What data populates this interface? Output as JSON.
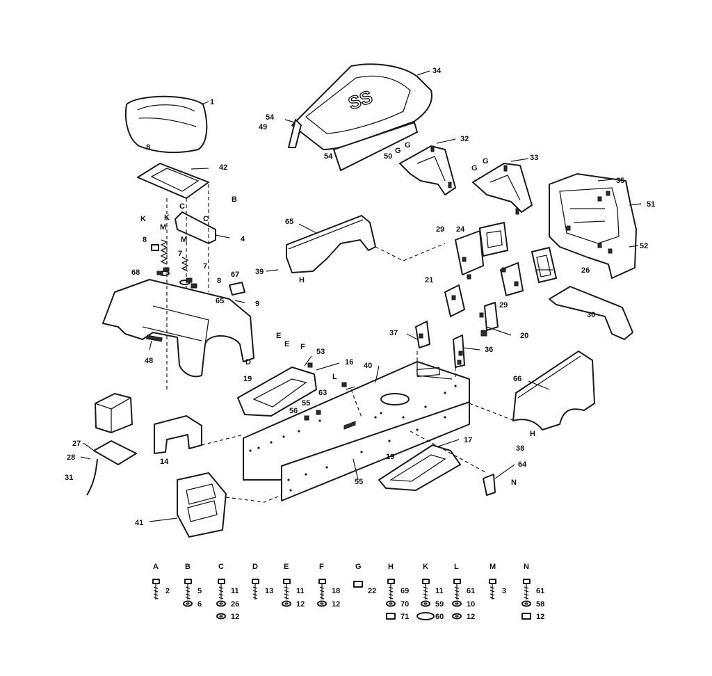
{
  "callouts": [
    {
      "id": "p1",
      "text": "1"
    },
    {
      "id": "p34",
      "text": "34"
    },
    {
      "id": "p54a",
      "text": "54"
    },
    {
      "id": "p49",
      "text": "49"
    },
    {
      "id": "p54b",
      "text": "54"
    },
    {
      "id": "p50",
      "text": "50"
    },
    {
      "id": "g32a",
      "text": "G"
    },
    {
      "id": "g32b",
      "text": "G"
    },
    {
      "id": "p32",
      "text": "32"
    },
    {
      "id": "p33",
      "text": "33"
    },
    {
      "id": "g33a",
      "text": "G"
    },
    {
      "id": "g33b",
      "text": "G"
    },
    {
      "id": "p35",
      "text": "35"
    },
    {
      "id": "p51",
      "text": "51"
    },
    {
      "id": "p52",
      "text": "52"
    },
    {
      "id": "p8a",
      "text": "8"
    },
    {
      "id": "p42",
      "text": "42"
    },
    {
      "id": "b1",
      "text": "B"
    },
    {
      "id": "k1",
      "text": "K"
    },
    {
      "id": "k2",
      "text": "K"
    },
    {
      "id": "c1",
      "text": "C"
    },
    {
      "id": "c2",
      "text": "C"
    },
    {
      "id": "m1",
      "text": "M"
    },
    {
      "id": "m2",
      "text": "M"
    },
    {
      "id": "p4",
      "text": "4"
    },
    {
      "id": "p8b",
      "text": "8"
    },
    {
      "id": "p7a",
      "text": "7"
    },
    {
      "id": "p7b",
      "text": "7"
    },
    {
      "id": "p68",
      "text": "68"
    },
    {
      "id": "p8c",
      "text": "8"
    },
    {
      "id": "p67",
      "text": "67"
    },
    {
      "id": "p65b",
      "text": "65"
    },
    {
      "id": "p9",
      "text": "9"
    },
    {
      "id": "p65",
      "text": "65"
    },
    {
      "id": "p39",
      "text": "39"
    },
    {
      "id": "h1",
      "text": "H"
    },
    {
      "id": "p29a",
      "text": "29"
    },
    {
      "id": "p24",
      "text": "24"
    },
    {
      "id": "p26",
      "text": "26"
    },
    {
      "id": "p21",
      "text": "21"
    },
    {
      "id": "p29b",
      "text": "29"
    },
    {
      "id": "p30",
      "text": "30"
    },
    {
      "id": "p20",
      "text": "20"
    },
    {
      "id": "p37",
      "text": "37"
    },
    {
      "id": "p36",
      "text": "36"
    },
    {
      "id": "e1",
      "text": "E"
    },
    {
      "id": "e2",
      "text": "E"
    },
    {
      "id": "f1",
      "text": "F"
    },
    {
      "id": "p53",
      "text": "53"
    },
    {
      "id": "p16",
      "text": "16"
    },
    {
      "id": "p40",
      "text": "40"
    },
    {
      "id": "p48",
      "text": "48"
    },
    {
      "id": "d1",
      "text": "D"
    },
    {
      "id": "p19a",
      "text": "19"
    },
    {
      "id": "p63",
      "text": "63"
    },
    {
      "id": "l1",
      "text": "L"
    },
    {
      "id": "p55a",
      "text": "55"
    },
    {
      "id": "p56",
      "text": "56"
    },
    {
      "id": "p66",
      "text": "66"
    },
    {
      "id": "p38",
      "text": "38"
    },
    {
      "id": "h2",
      "text": "H"
    },
    {
      "id": "p27",
      "text": "27"
    },
    {
      "id": "p28",
      "text": "28"
    },
    {
      "id": "p31",
      "text": "31"
    },
    {
      "id": "p14",
      "text": "14"
    },
    {
      "id": "p17",
      "text": "17"
    },
    {
      "id": "p19b",
      "text": "19"
    },
    {
      "id": "p55b",
      "text": "55"
    },
    {
      "id": "p64",
      "text": "64"
    },
    {
      "id": "n1",
      "text": "N"
    },
    {
      "id": "p41",
      "text": "41"
    }
  ],
  "hardware_kits": [
    {
      "letter": "A",
      "items": [
        "2"
      ]
    },
    {
      "letter": "B",
      "items": [
        "5",
        "6"
      ]
    },
    {
      "letter": "C",
      "items": [
        "11",
        "26",
        "12"
      ]
    },
    {
      "letter": "D",
      "items": [
        "13"
      ]
    },
    {
      "letter": "E",
      "items": [
        "11",
        "12"
      ]
    },
    {
      "letter": "F",
      "items": [
        "18",
        "12"
      ]
    },
    {
      "letter": "G",
      "items": [
        "22"
      ]
    },
    {
      "letter": "H",
      "items": [
        "69",
        "70",
        "71"
      ]
    },
    {
      "letter": "K",
      "items": [
        "11",
        "59",
        "60"
      ]
    },
    {
      "letter": "L",
      "items": [
        "61",
        "10",
        "12"
      ]
    },
    {
      "letter": "M",
      "items": [
        "3"
      ]
    },
    {
      "letter": "N",
      "items": [
        "61",
        "58",
        "12"
      ]
    }
  ]
}
